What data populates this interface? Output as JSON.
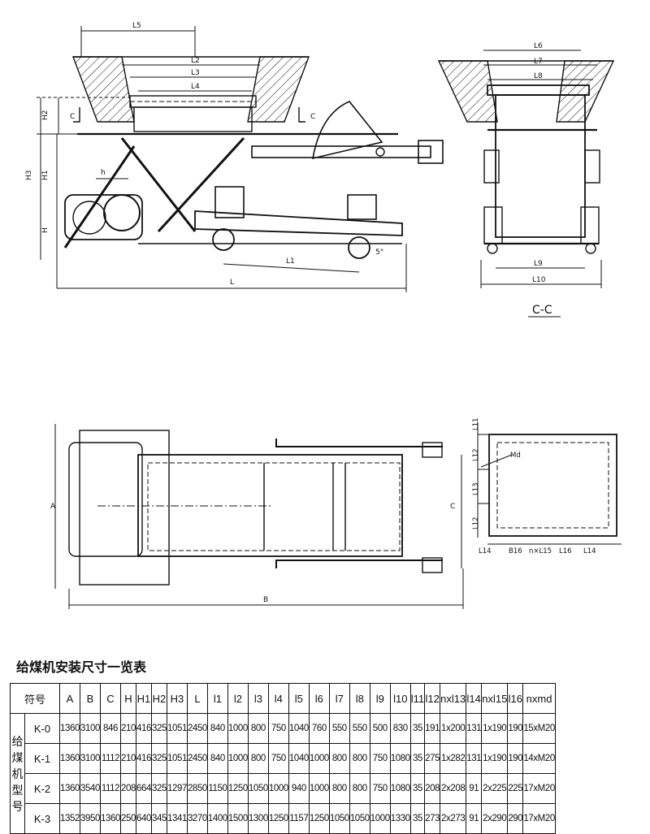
{
  "drawing": {
    "side_view_labels": {
      "L5": "L5",
      "L2": "L2",
      "L3": "L3",
      "L4": "L4",
      "H2": "H2",
      "H3": "H3",
      "H1": "H1",
      "H": "H",
      "h": "h",
      "C_left": "C",
      "C_right": "C",
      "L1": "L1",
      "L": "L",
      "angle": "5°"
    },
    "section_view_labels": {
      "L6": "L6",
      "L7": "L7",
      "L8": "L8",
      "L9": "L9",
      "L10": "L10",
      "caption": "C-C"
    },
    "plan_view_labels": {
      "A": "A",
      "C": "C",
      "B": "B"
    },
    "bottom_view_labels": {
      "L11": "L11",
      "L12_top": "L12",
      "L13": "L13",
      "L12_bottom": "L12",
      "Md": "Md",
      "L14_left": "L14",
      "B16": "B16",
      "nxL15": "n×L15",
      "L16": "L16",
      "L14_right": "L14"
    }
  },
  "table": {
    "title": "给煤机安装尺寸一览表",
    "header_label": "符号",
    "group_label": [
      "给",
      "煤",
      "机",
      "型",
      "号"
    ],
    "columns": [
      "A",
      "B",
      "C",
      "H",
      "H1",
      "H2",
      "H3",
      "L",
      "l1",
      "l2",
      "l3",
      "l4",
      "l5",
      "l6",
      "l7",
      "l8",
      "l9",
      "l10",
      "l11",
      "l12",
      "nxl13",
      "l14",
      "nxl15",
      "l16",
      "nxmd"
    ],
    "rows": [
      {
        "model": "K-0",
        "values": [
          "1360",
          "3100",
          "846",
          "210",
          "416",
          "325",
          "1051",
          "2450",
          "840",
          "1000",
          "800",
          "750",
          "1040",
          "760",
          "550",
          "550",
          "500",
          "830",
          "35",
          "191",
          "1x200",
          "131",
          "1x190",
          "190",
          "15xM20"
        ]
      },
      {
        "model": "K-1",
        "values": [
          "1360",
          "3100",
          "1112",
          "210",
          "416",
          "325",
          "1051",
          "2450",
          "840",
          "1000",
          "800",
          "750",
          "1040",
          "1000",
          "800",
          "800",
          "750",
          "1080",
          "35",
          "275",
          "1x282",
          "131",
          "1x190",
          "190",
          "14xM20"
        ]
      },
      {
        "model": "K-2",
        "values": [
          "1360",
          "3540",
          "1112",
          "208",
          "664",
          "325",
          "1297",
          "2850",
          "1150",
          "1250",
          "1050",
          "1000",
          "940",
          "1000",
          "800",
          "800",
          "750",
          "1080",
          "35",
          "208",
          "2x208",
          "91",
          "2x225",
          "225",
          "17xM20"
        ]
      },
      {
        "model": "K-3",
        "values": [
          "1352",
          "3950",
          "1360",
          "250",
          "640",
          "345",
          "1341",
          "3270",
          "1400",
          "1500",
          "1300",
          "1250",
          "1157",
          "1250",
          "1050",
          "1050",
          "1000",
          "1330",
          "35",
          "273",
          "2x273",
          "91",
          "2x290",
          "290",
          "17xM20"
        ]
      }
    ]
  }
}
